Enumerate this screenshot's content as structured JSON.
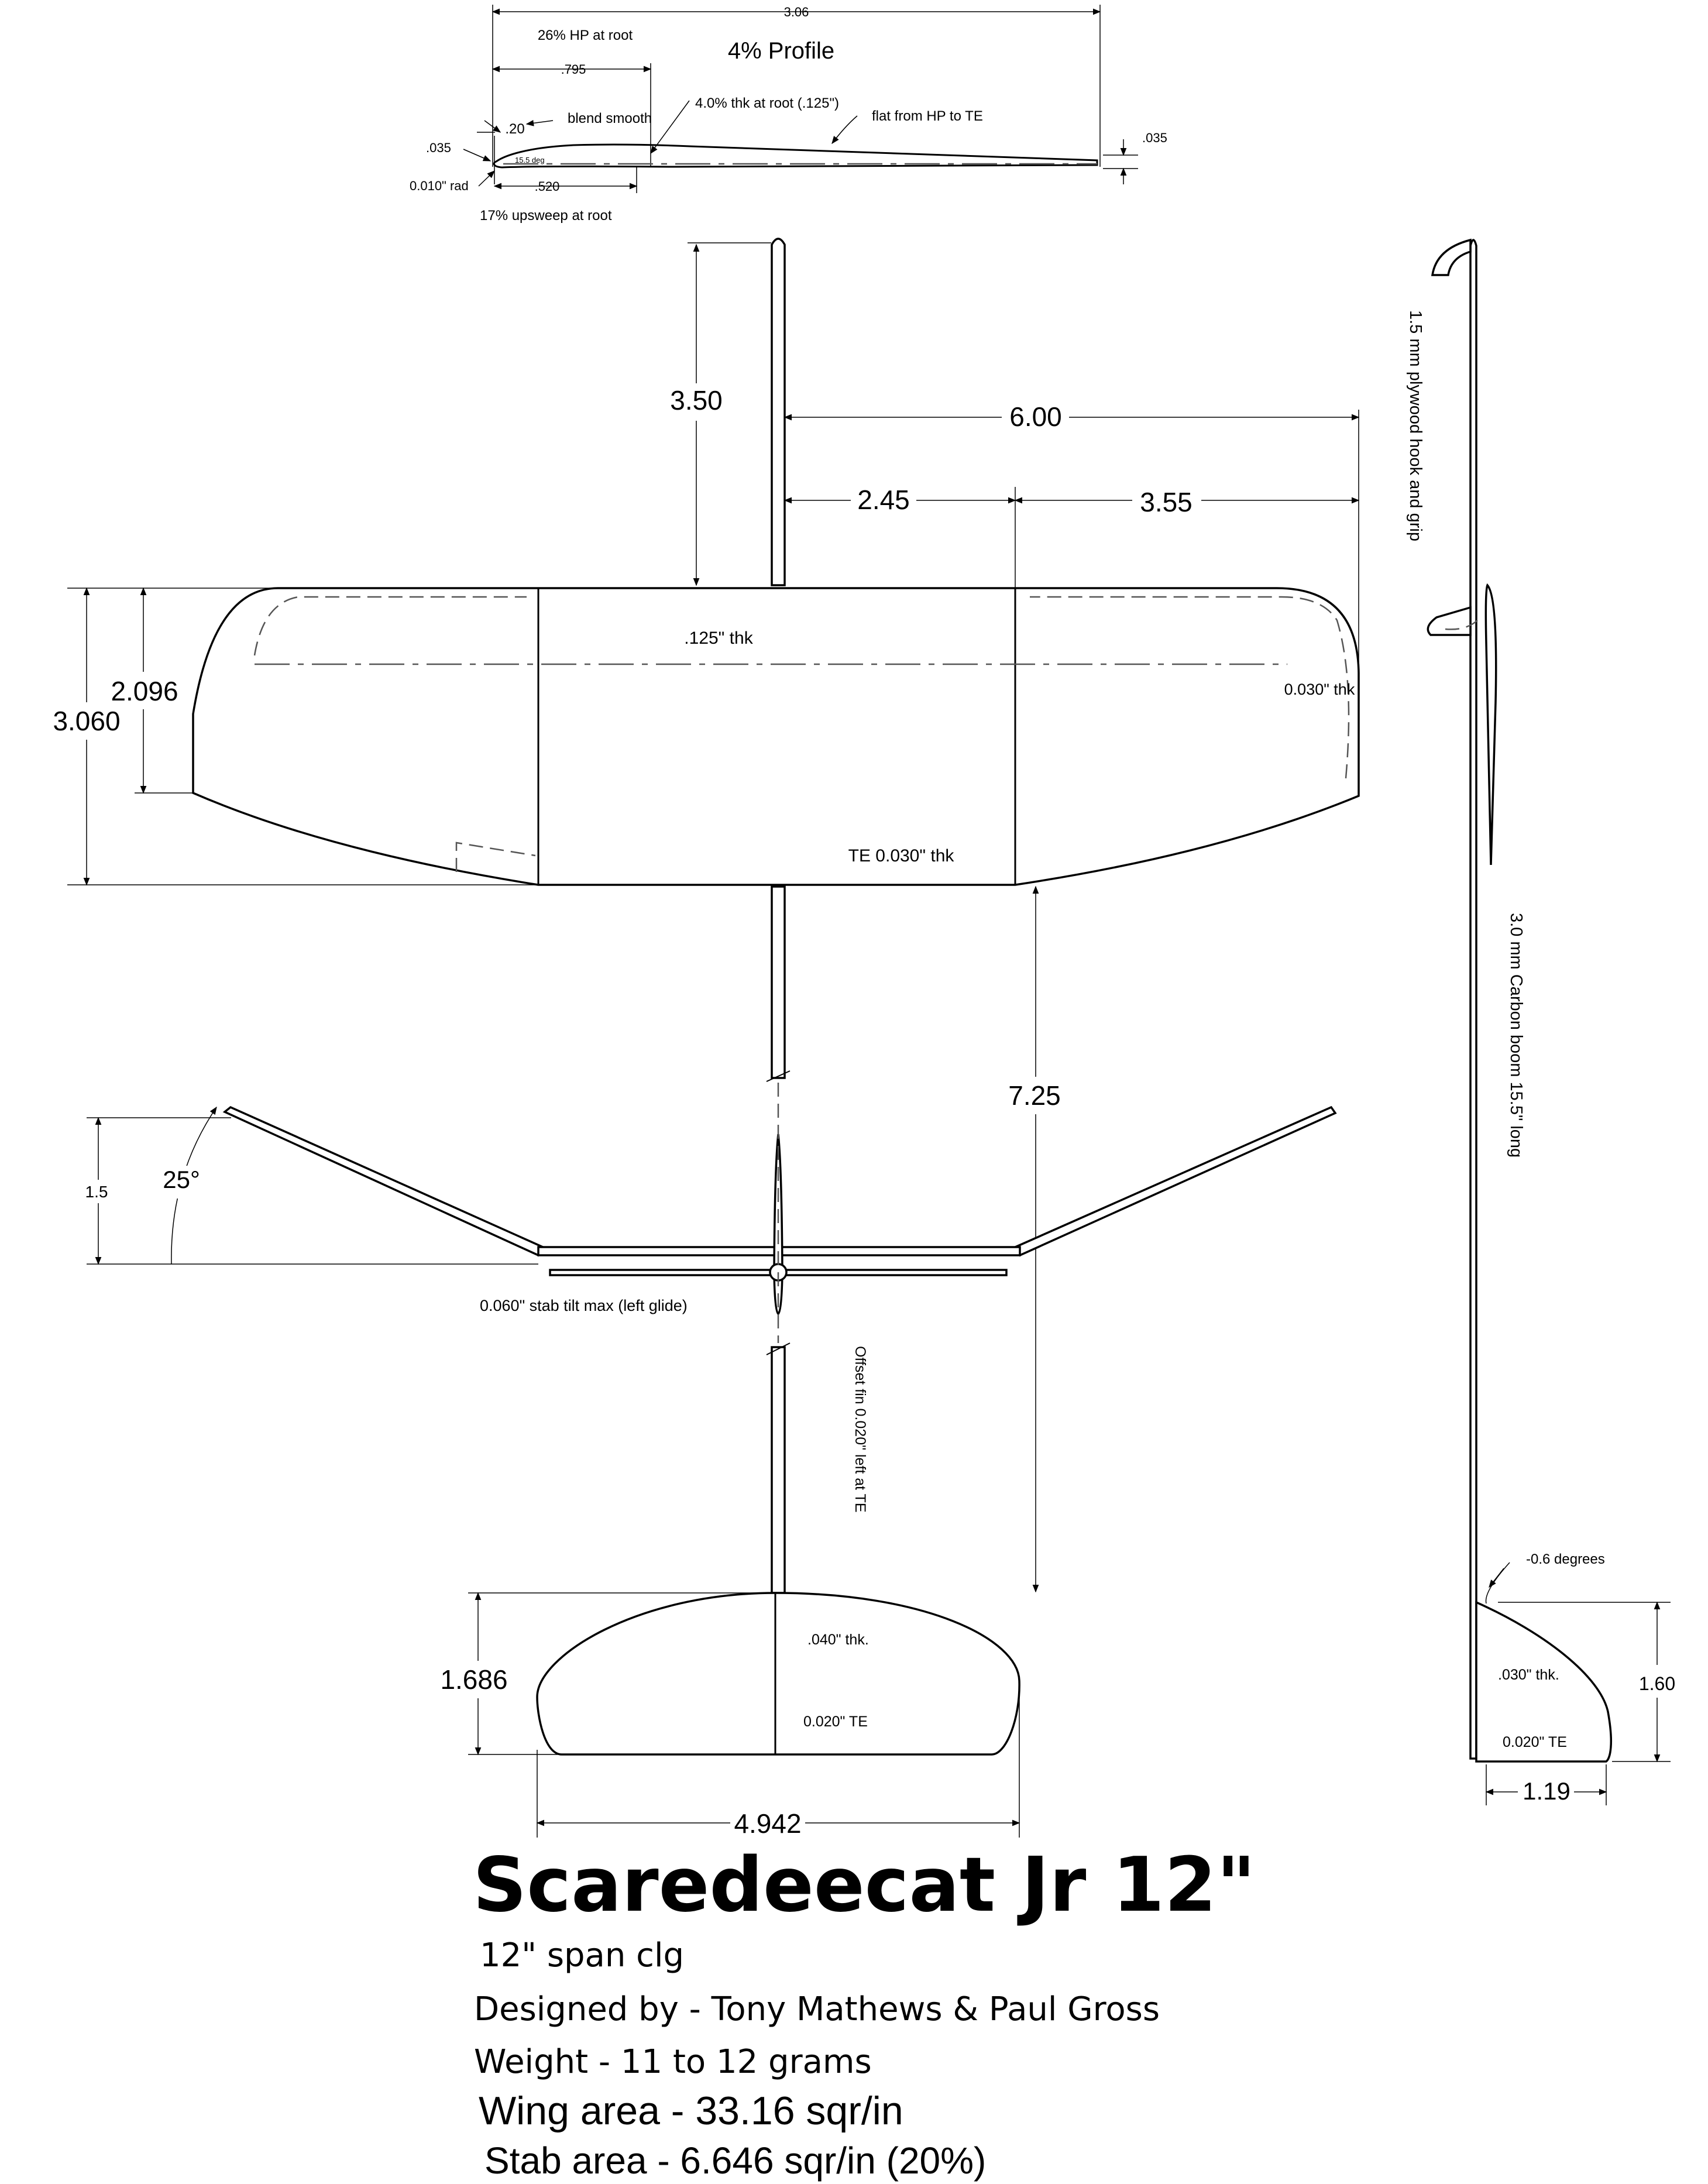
{
  "profile": {
    "title": "4% Profile",
    "chord_dim": "3.06",
    "high_point_note": "26% HP at root",
    "high_point_dim": ".795",
    "blend_dim": ".20",
    "blend_note": "blend smooth",
    "thickness_note": "4.0% thk at root (.125\")",
    "flat_note": "flat from HP to TE",
    "le_thk": ".035",
    "te_thk": ".035",
    "le_radius": "0.010\" rad",
    "sweep_angle": "15.5 deg",
    "upsweep_dim": ".520",
    "upsweep_note": "17% upsweep at root"
  },
  "top_view": {
    "nose_dim": "3.50",
    "half_span_dim": "6.00",
    "center_panel_dim": "2.45",
    "tip_panel_dim": "3.55",
    "root_chord_dim": "3.060",
    "tip_chord_dim": "2.096",
    "center_thk": ".125\" thk",
    "tip_thk": "0.030\" thk",
    "te_thk": "TE 0.030\" thk",
    "tail_moment_dim": "7.25"
  },
  "front_view": {
    "dihedral_height": "1.5",
    "dihedral_angle": "25°",
    "stab_tilt_note": "0.060\" stab tilt max (left glide)",
    "fin_offset_note": "Offset fin 0.020\" left at TE"
  },
  "stabilizer": {
    "chord_dim": "1.686",
    "span_dim": "4.942",
    "le_thk": ".040\" thk.",
    "te_thk": "0.020\" TE"
  },
  "side_view": {
    "hook_note": "1.5 mm plywood hook and grip",
    "boom_note": "3.0 mm Carbon boom 15.5\" long",
    "fin_angle": "-0.6 degrees",
    "fin_thk": ".030\" thk.",
    "fin_te": "0.020\" TE",
    "fin_height": "1.60",
    "fin_chord": "1.19"
  },
  "title_block": {
    "title": "Scaredeecat Jr 12\"",
    "line1": "12\" span clg",
    "line2": "Designed by - Tony Mathews & Paul Gross",
    "line3": "Weight - 11 to 12 grams",
    "line4": "Wing area - 33.16 sqr/in",
    "line5": "Stab area - 6.646 sqr/in (20%)"
  }
}
